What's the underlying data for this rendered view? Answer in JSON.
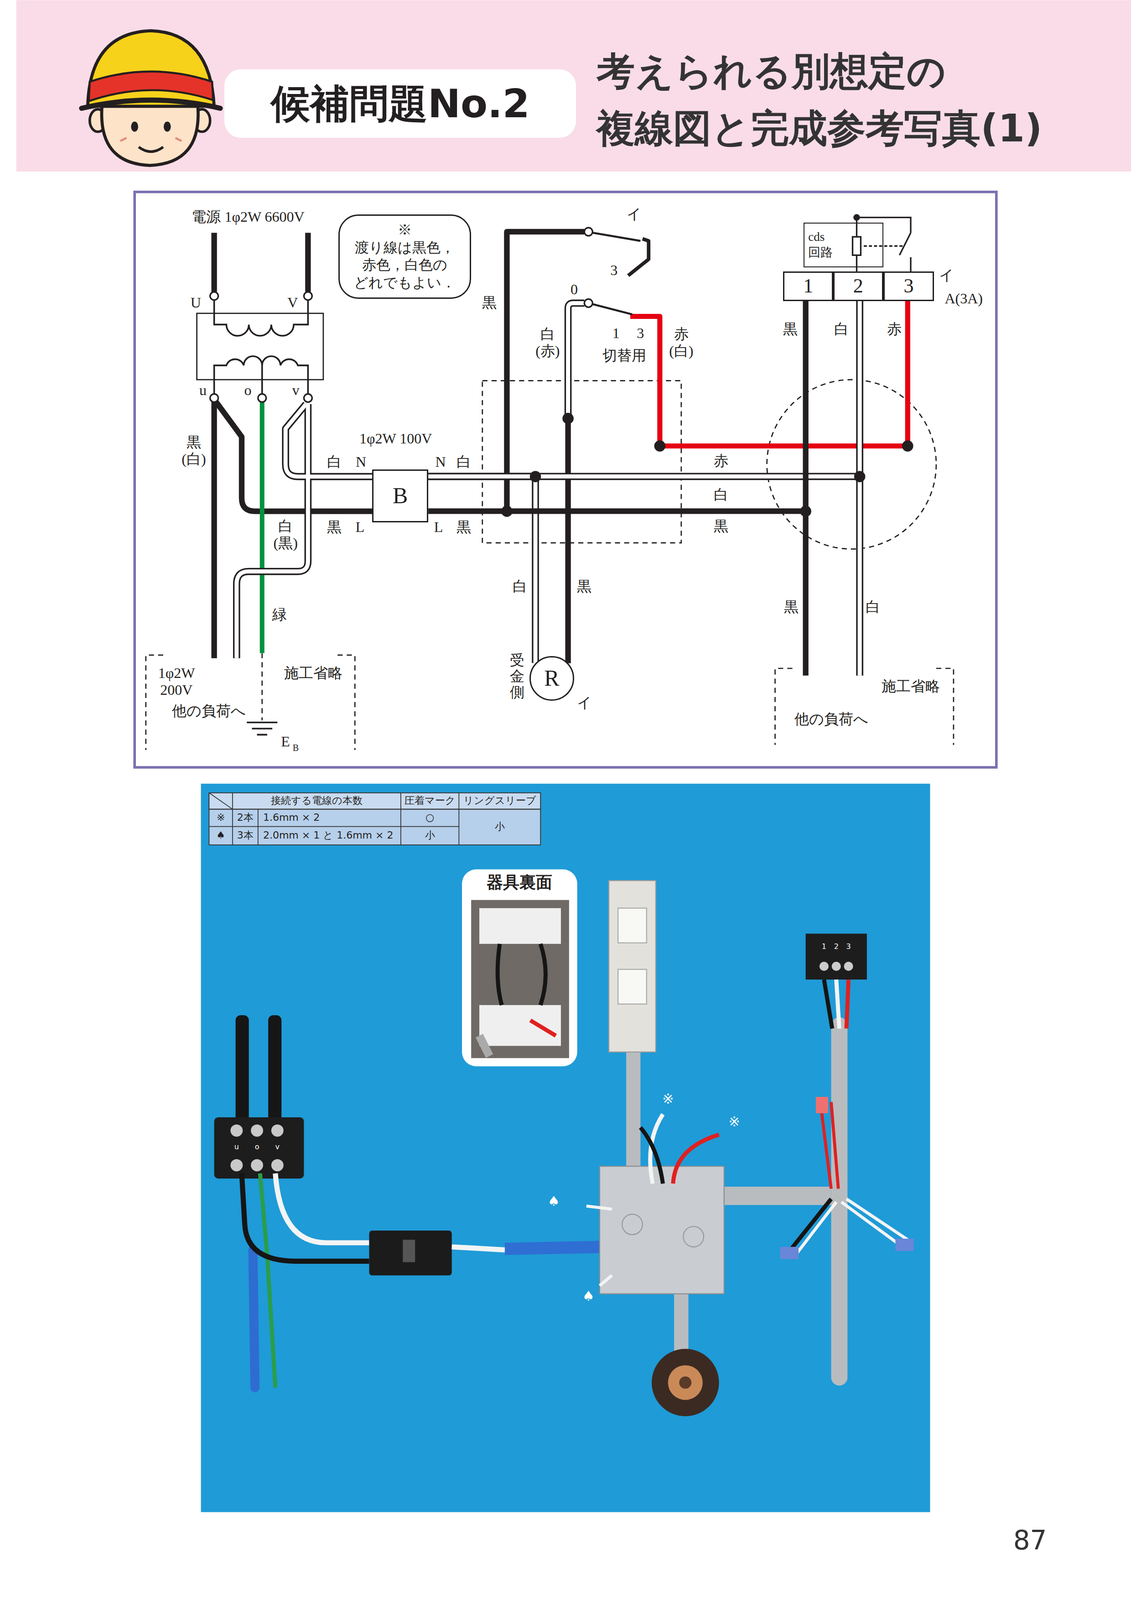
{
  "diagram": {
    "title": "考えられる別想定の 複線図と完成参考写真(1)",
    "nodes": [
      {
        "text": [
          "候補問題No.2"
        ]
      },
      {
        "text": [
          "※渡り線は黒色， 赤色，白色の どれでもよい．"
        ]
      },
      {
        "text": [
          "B"
        ]
      },
      {
        "text": [
          "cds 回路"
        ]
      },
      {
        "text": [
          "1"
        ]
      },
      {
        "text": [
          "2"
        ]
      },
      {
        "text": [
          "3"
        ]
      },
      {
        "text": [
          "R"
        ]
      },
      {
        "text": [
          "器具裏面"
        ]
      }
    ],
    "edges": [
      {
        "from": 2,
        "to": 7,
        "arrow": "none"
      },
      {
        "from": 2,
        "to": 5,
        "arrow": "none"
      },
      {
        "from": 2,
        "to": 4,
        "arrow": "none"
      }
    ],
    "labels": [
      "電源 1φ2W 6600V",
      "U",
      "V",
      "u",
      "o",
      "v",
      "黒 (白)",
      "1φ2W 100V",
      "白",
      "N",
      "N",
      "白",
      "黒",
      "L",
      "L",
      "黒",
      "白 (黒)",
      "緑",
      "黒",
      "イ",
      "3",
      "0",
      "白 (赤)",
      "1",
      "3",
      "切替用",
      "赤 (白)",
      "赤",
      "白",
      "黒",
      "白",
      "黒",
      "受金側",
      "イ",
      "イ",
      "A(3A)",
      "黒",
      "白",
      "赤",
      "黒",
      "白",
      "1φ2W 200V",
      "他の負荷へ",
      "施工省略",
      "E",
      "B",
      "施工省略",
      "他の負荷へ",
      "接続する電線の本数",
      "圧着マーク",
      "リングスリーブ",
      "※",
      "2本",
      "1.6mm × 2",
      "○",
      "小",
      "♠",
      "3本",
      "2.0mm × 1 と 1.6mm × 2",
      "小",
      "※",
      "※",
      "♠",
      "♠",
      "u",
      "o",
      "v",
      "1",
      "2",
      "3",
      "87"
    ]
  }
}
